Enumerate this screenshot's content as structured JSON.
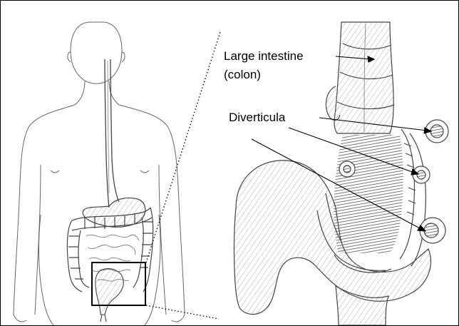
{
  "labels": {
    "large_intestine": "Large intestine",
    "colon_paren": "(colon)",
    "diverticula": "Diverticula"
  },
  "colors": {
    "line": "#000000",
    "sketch": "#555555",
    "shade": "#7a7a7a",
    "background": "#ffffff"
  }
}
